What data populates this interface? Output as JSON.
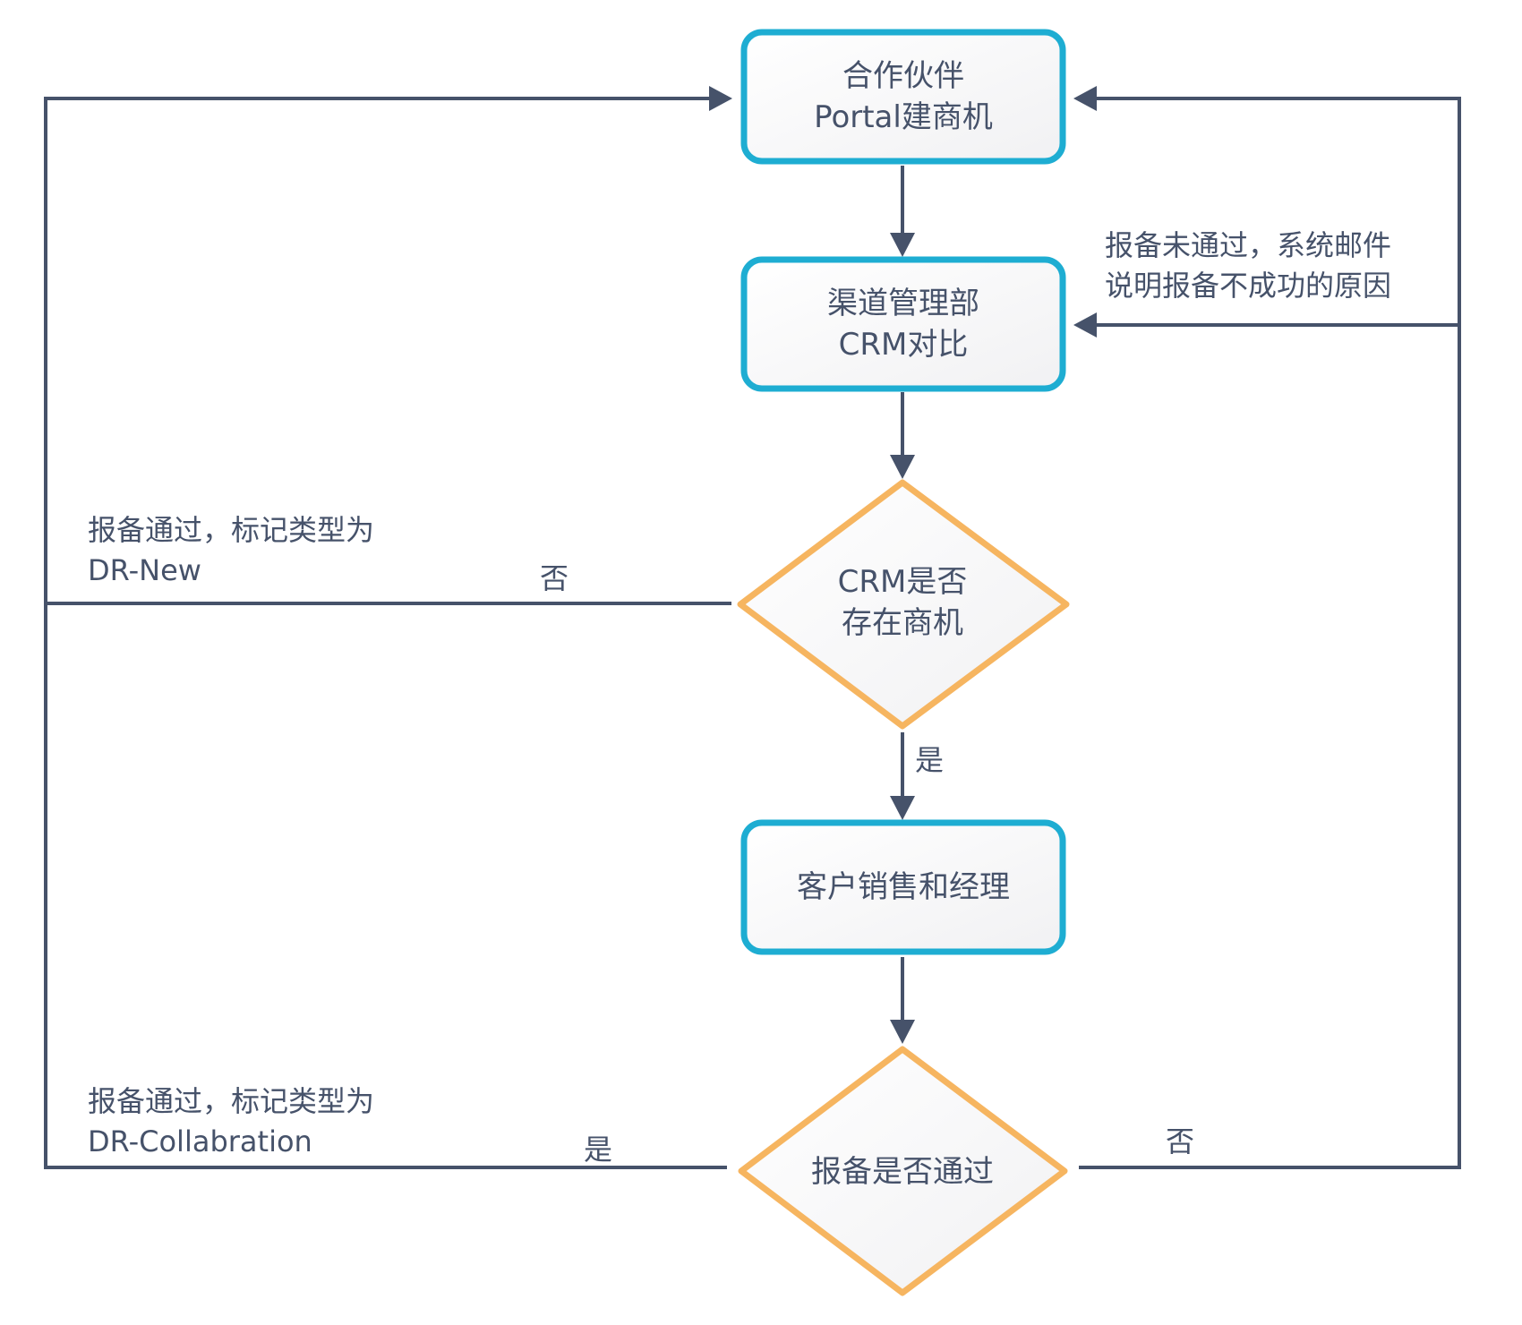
{
  "colors": {
    "process_border": "#1eadd2",
    "decision_border": "#f6b560",
    "connector": "#46526a",
    "node_fill_start": "#ffffff",
    "node_fill_end": "#f1f1f3",
    "text": "#46526a"
  },
  "nodes": {
    "partner_portal": {
      "type": "process",
      "line1": "合作伙伴",
      "line2": "Portal建商机"
    },
    "channel_crm": {
      "type": "process",
      "line1": "渠道管理部",
      "line2": "CRM对比"
    },
    "crm_exists": {
      "type": "decision",
      "line1": "CRM是否",
      "line2": "存在商机"
    },
    "sales_manager": {
      "type": "process",
      "line1": "客户销售和经理"
    },
    "approved": {
      "type": "decision",
      "line1": "报备是否通过"
    }
  },
  "annotations": {
    "rejected_note": {
      "line1": "报备未通过，系统邮件",
      "line2": "说明报备不成功的原因"
    },
    "dr_new_note": {
      "line1": "报备通过，标记类型为",
      "line2": "DR-New"
    },
    "dr_collab_note": {
      "line1": "报备通过，标记类型为",
      "line2": "DR-Collabration"
    }
  },
  "edge_labels": {
    "crm_exists_no": "否",
    "crm_exists_yes": "是",
    "approved_yes": "是",
    "approved_no": "否"
  }
}
